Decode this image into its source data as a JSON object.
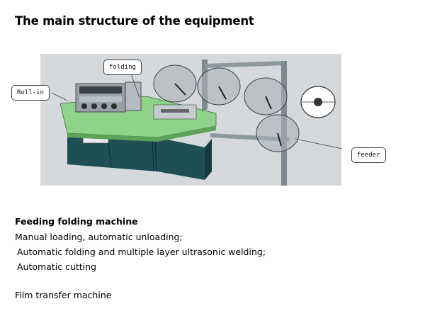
{
  "title": "The main structure of the equipment",
  "callouts": {
    "folding": "folding",
    "roll_in": "Roll-in",
    "feeder": "feeder"
  },
  "description": {
    "heading": "Feeding folding machine",
    "lines": [
      "Manual loading, automatic unloading;",
      "Automatic folding and multiple layer ultrasonic welding;",
      "Automatic cutting"
    ],
    "footer": "Film transfer machine"
  },
  "colors": {
    "cabinet": "#1e4f55",
    "table_top": "#8fd28a",
    "frame": "#7f8a90",
    "background": "#d6d9dc"
  }
}
